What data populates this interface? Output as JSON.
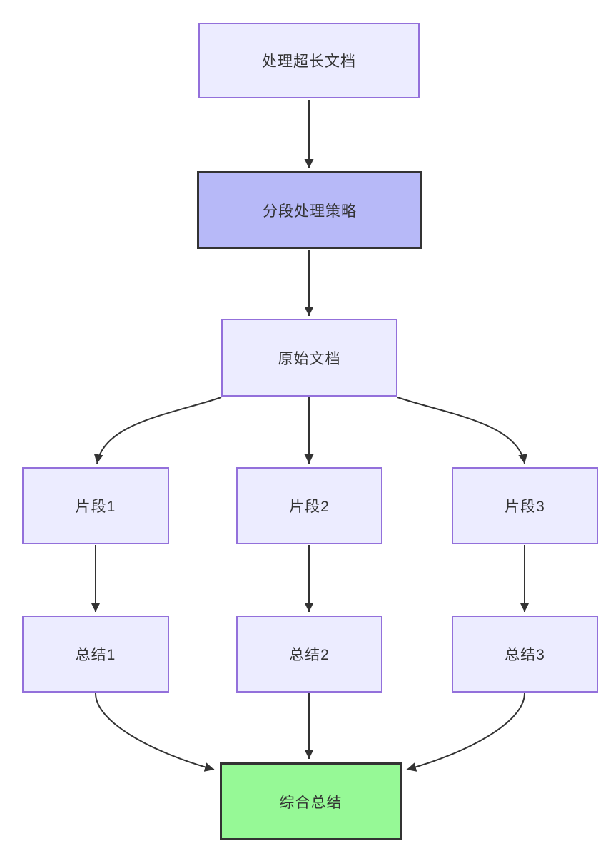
{
  "diagram": {
    "type": "flowchart",
    "direction": "top-down",
    "nodes": [
      {
        "id": "start",
        "label": "处理超长文档",
        "style": "default"
      },
      {
        "id": "strategy",
        "label": "分段处理策略",
        "style": "strategy"
      },
      {
        "id": "source",
        "label": "原始文档",
        "style": "default"
      },
      {
        "id": "chunk1",
        "label": "片段1",
        "style": "default"
      },
      {
        "id": "chunk2",
        "label": "片段2",
        "style": "default"
      },
      {
        "id": "chunk3",
        "label": "片段3",
        "style": "default"
      },
      {
        "id": "summary1",
        "label": "总结1",
        "style": "default"
      },
      {
        "id": "summary2",
        "label": "总结2",
        "style": "default"
      },
      {
        "id": "summary3",
        "label": "总结3",
        "style": "default"
      },
      {
        "id": "final",
        "label": "综合总结",
        "style": "final"
      }
    ],
    "edges": [
      {
        "from": "start",
        "to": "strategy"
      },
      {
        "from": "strategy",
        "to": "source"
      },
      {
        "from": "source",
        "to": "chunk1"
      },
      {
        "from": "source",
        "to": "chunk2"
      },
      {
        "from": "source",
        "to": "chunk3"
      },
      {
        "from": "chunk1",
        "to": "summary1"
      },
      {
        "from": "chunk2",
        "to": "summary2"
      },
      {
        "from": "chunk3",
        "to": "summary3"
      },
      {
        "from": "summary1",
        "to": "final"
      },
      {
        "from": "summary2",
        "to": "final"
      },
      {
        "from": "summary3",
        "to": "final"
      }
    ],
    "colors": {
      "bg": "#ffffff",
      "node_fill": "#ECECFF",
      "node_border": "#9370DB",
      "strategy_fill": "#B7B9F8",
      "final_fill": "#96F996",
      "emphasis_border": "#333333",
      "edge": "#333333",
      "text": "#333333"
    }
  }
}
